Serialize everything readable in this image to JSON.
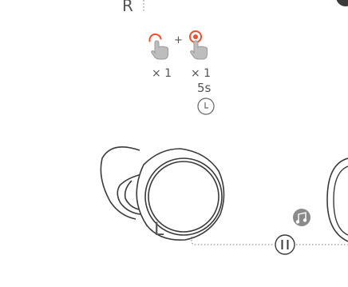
{
  "diagram": {
    "label_right": "R",
    "label_left": "L",
    "plus_sign": "+",
    "tap_single_count": "× 1",
    "tap_hold_count": "× 1",
    "hold_duration": "5s",
    "accent_color": "#ee4f2c",
    "line_color": "#3a3a3a",
    "muted_color": "#777777",
    "icons": {
      "tap_single": "finger-tap-icon",
      "tap_hold": "finger-press-hold-icon",
      "timer": "clock-icon",
      "music": "music-note-icon",
      "play_pause": "pause-icon"
    }
  }
}
